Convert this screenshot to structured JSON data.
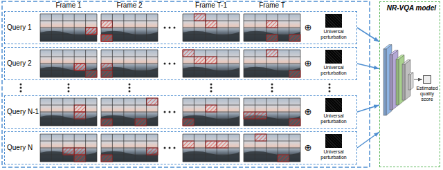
{
  "diagram": {
    "nodes": [
      {
        "text": [
          "Query 1"
        ]
      },
      {
        "text": [
          "Universal perturbation"
        ],
        "in": 0
      },
      {
        "text": [
          "Query 2"
        ]
      },
      {
        "text": [
          "Universal perturbation"
        ],
        "in": 2
      },
      {
        "text": [
          "Query N-1"
        ]
      },
      {
        "text": [
          "Universal perturbation"
        ],
        "in": 4
      },
      {
        "text": [
          "Query N"
        ]
      },
      {
        "text": [
          "Universal perturbation"
        ],
        "in": 6
      },
      {
        "text": [
          "NR-VQA model"
        ]
      },
      {
        "text": [
          "Estimated quality score"
        ],
        "in": 8
      }
    ],
    "edges": [
      {
        "from": 0,
        "to": 8,
        "arrow": "to"
      },
      {
        "from": 2,
        "to": 8,
        "arrow": "to"
      },
      {
        "from": 4,
        "to": 8,
        "arrow": "to"
      },
      {
        "from": 6,
        "to": 8,
        "arrow": "to"
      }
    ],
    "labels": [
      "Frame 1",
      "Frame 2",
      "Frame T-1",
      "Frame T",
      "⊕",
      "⊕",
      "⊕",
      "⊕"
    ]
  }
}
